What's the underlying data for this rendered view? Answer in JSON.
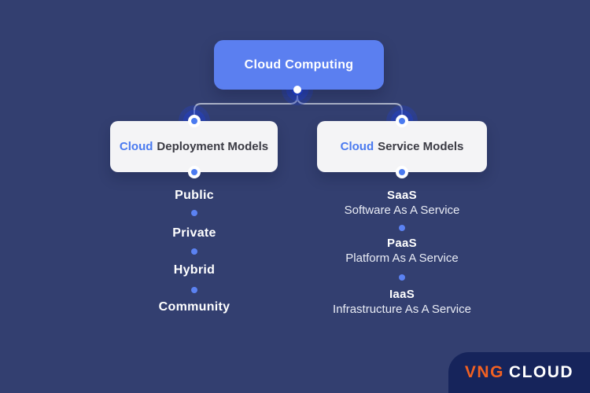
{
  "palette": {
    "background": "#333F70",
    "root_box": "#5B7FF0",
    "card_background": "#F4F4F6",
    "accent_blue": "#4A7AF0",
    "dark_text": "#3B3B44",
    "white_text": "#FFFFFF",
    "connector_line": "#C9D0DD",
    "glow_blue": "#1F40D7",
    "list_dot": "#5B82F2",
    "logo_background": "#16245B",
    "logo_orange": "#F26122"
  },
  "root": {
    "title": "Cloud Computing"
  },
  "branches": {
    "deployment": {
      "title_accent": "Cloud",
      "title_rest": "Deployment Models",
      "items": [
        "Public",
        "Private",
        "Hybrid",
        "Community"
      ]
    },
    "service": {
      "title_accent": "Cloud",
      "title_rest": "Service Models",
      "items": [
        {
          "abbr": "SaaS",
          "full": "Software As A Service"
        },
        {
          "abbr": "PaaS",
          "full": "Platform As A Service"
        },
        {
          "abbr": "IaaS",
          "full": "Infrastructure As A Service"
        }
      ]
    }
  },
  "logo": {
    "brand": "VNG",
    "product": "CLOUD"
  }
}
